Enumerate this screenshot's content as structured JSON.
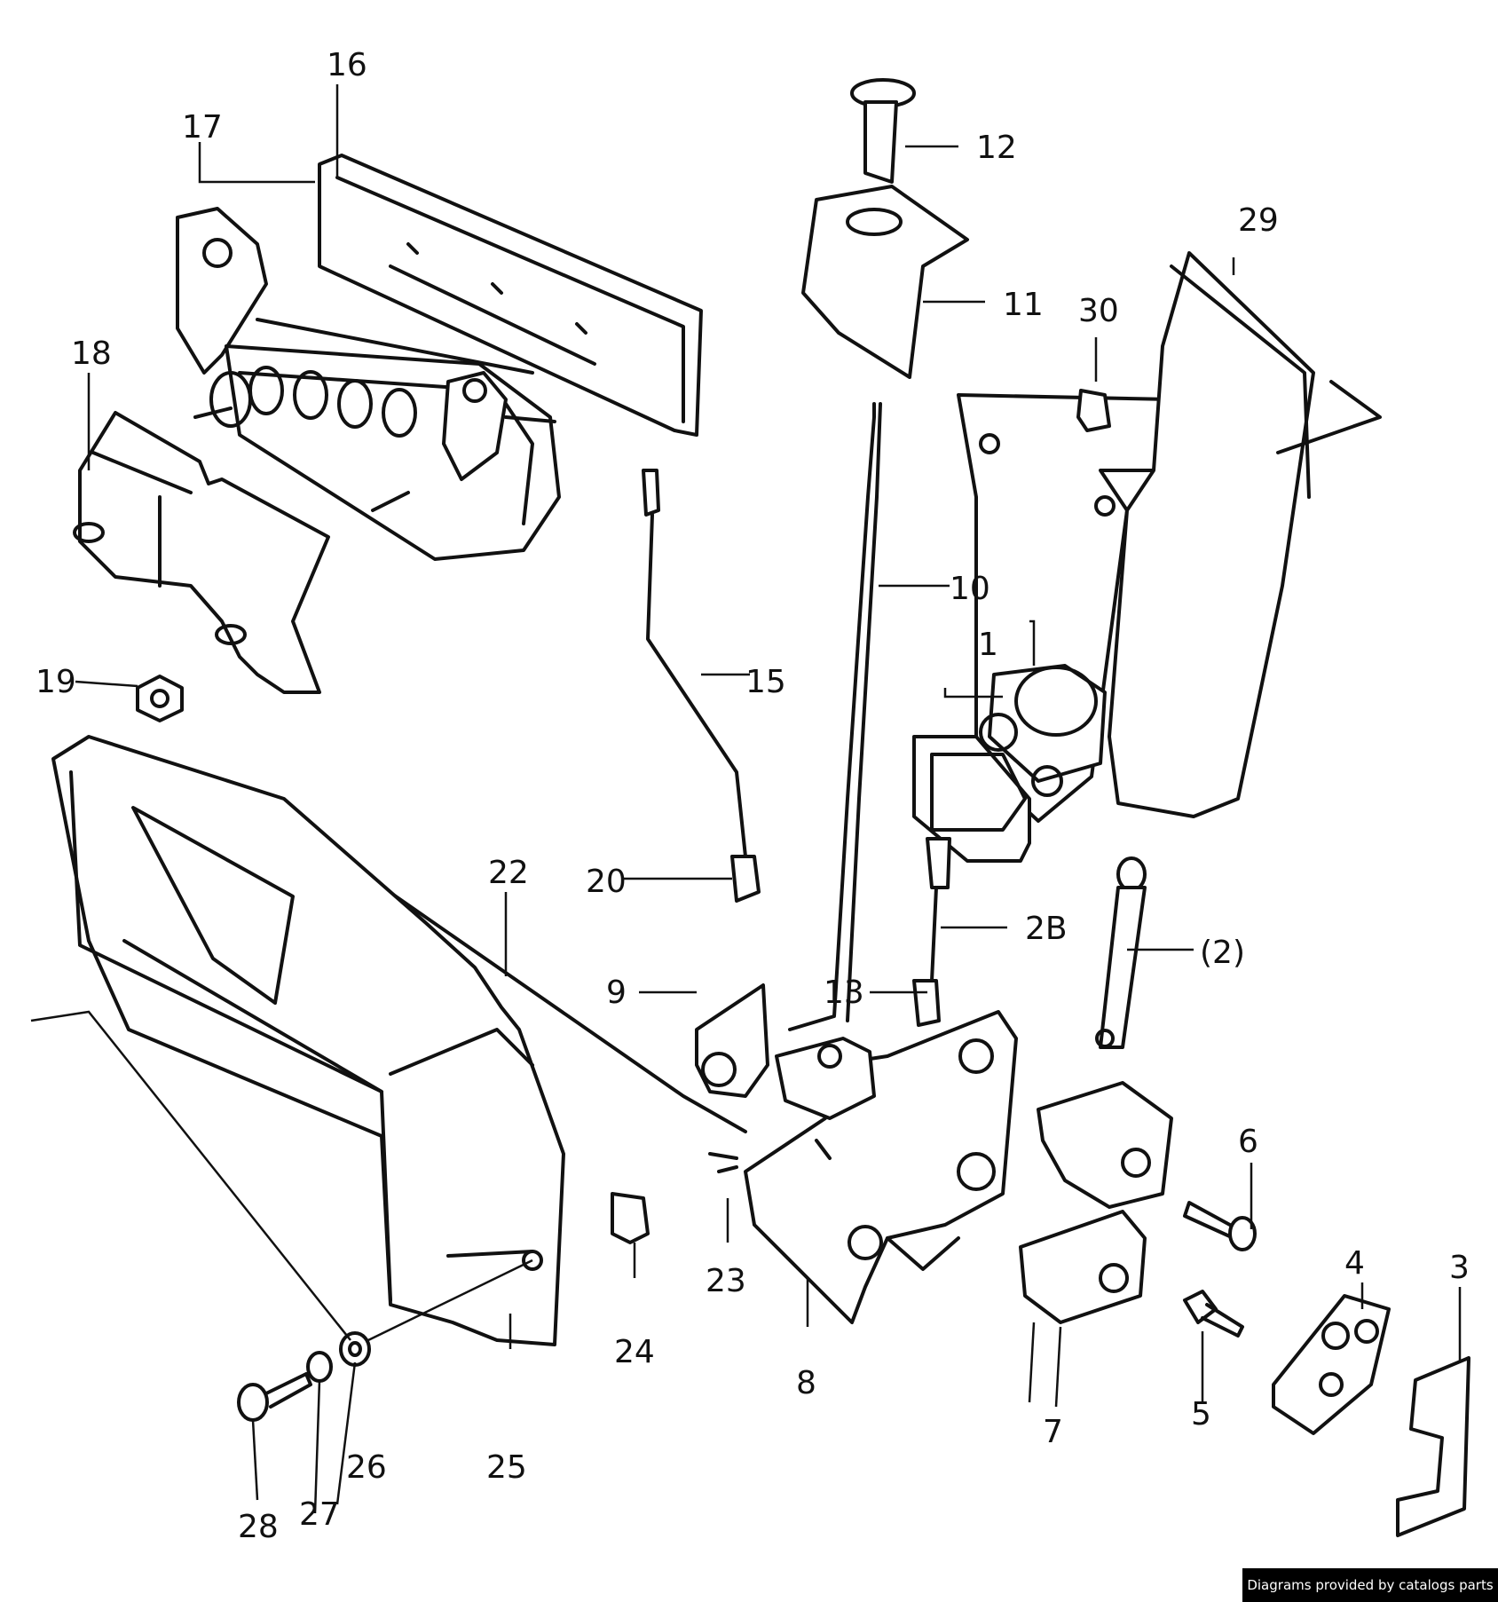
{
  "callouts": [
    {
      "id": "1",
      "label": "1"
    },
    {
      "id": "2B",
      "label": "2B"
    },
    {
      "id": "2p",
      "label": "(2)"
    },
    {
      "id": "3",
      "label": "3"
    },
    {
      "id": "4",
      "label": "4"
    },
    {
      "id": "5",
      "label": "5"
    },
    {
      "id": "6",
      "label": "6"
    },
    {
      "id": "7",
      "label": "7"
    },
    {
      "id": "8",
      "label": "8"
    },
    {
      "id": "9",
      "label": "9"
    },
    {
      "id": "10",
      "label": "10"
    },
    {
      "id": "11",
      "label": "11"
    },
    {
      "id": "12",
      "label": "12"
    },
    {
      "id": "13",
      "label": "13"
    },
    {
      "id": "15",
      "label": "15"
    },
    {
      "id": "16",
      "label": "16"
    },
    {
      "id": "17",
      "label": "17"
    },
    {
      "id": "18",
      "label": "18"
    },
    {
      "id": "19",
      "label": "19"
    },
    {
      "id": "20",
      "label": "20"
    },
    {
      "id": "22",
      "label": "22"
    },
    {
      "id": "23",
      "label": "23"
    },
    {
      "id": "24",
      "label": "24"
    },
    {
      "id": "25",
      "label": "25"
    },
    {
      "id": "26",
      "label": "26"
    },
    {
      "id": "27",
      "label": "27"
    },
    {
      "id": "28",
      "label": "28"
    },
    {
      "id": "29",
      "label": "29"
    },
    {
      "id": "30",
      "label": "30"
    }
  ],
  "footer": {
    "credit": "Diagrams provided by catalogs parts"
  }
}
